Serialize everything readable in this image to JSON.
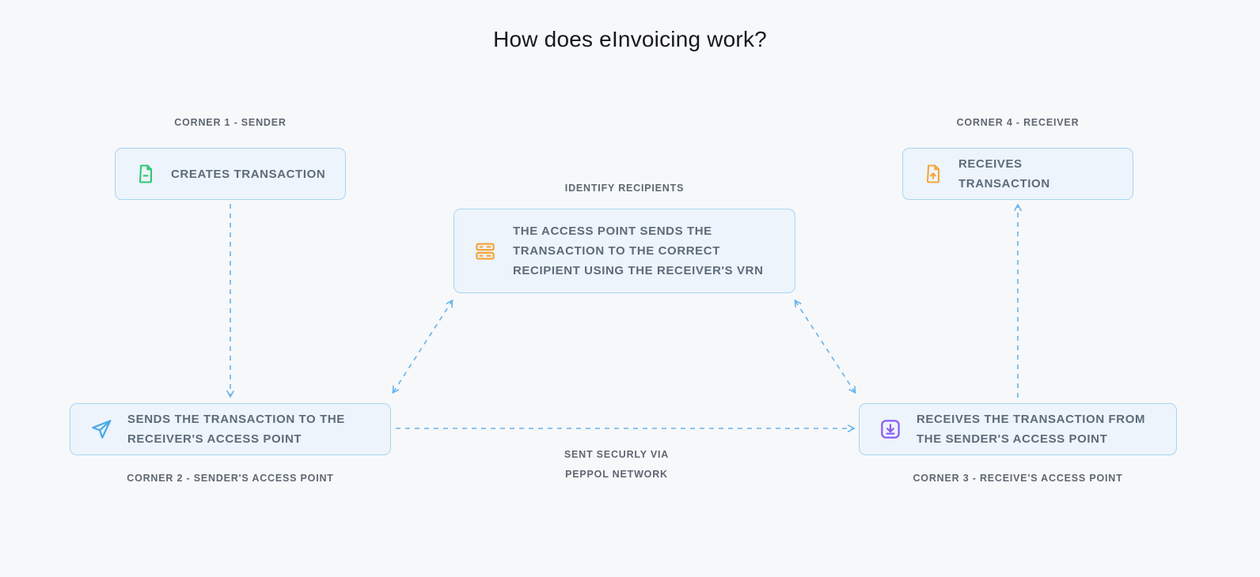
{
  "title": "How does eInvoicing work?",
  "nodes": {
    "corner1": {
      "label": "CORNER 1 - SENDER",
      "text": "CREATES TRANSACTION",
      "icon": "document-icon",
      "icon_color": "#2dc873"
    },
    "corner2": {
      "label": "CORNER 2 - SENDER'S ACCESS POINT",
      "text": "SENDS THE TRANSACTION TO THE RECEIVER'S ACCESS POINT",
      "icon": "paper-plane-icon",
      "icon_color": "#4aa9e8"
    },
    "corner3": {
      "label": "CORNER 3 - RECEIVE'S  ACCESS POINT",
      "text": "RECEIVES THE TRANSACTION FROM THE SENDER'S ACCESS POINT",
      "icon": "download-icon",
      "icon_color": "#8b5cf6"
    },
    "corner4": {
      "label": "CORNER 4 - RECEIVER",
      "text": "RECEIVES TRANSACTION",
      "icon": "document-arrow-up-icon",
      "icon_color": "#f5a63b"
    },
    "center": {
      "label": "IDENTIFY RECIPIENTS",
      "text": "THE ACCESS POINT SENDS THE TRANSACTION TO THE CORRECT RECIPIENT USING THE RECEIVER'S VRN",
      "icon": "server-icon",
      "icon_color": "#f5a63b"
    }
  },
  "annotations": {
    "network_line1": "SENT SECURLY VIA",
    "network_line2": "PEPPOL NETWORK"
  },
  "colors": {
    "background": "#f7f8fa",
    "box_background": "#edf4fb",
    "box_border": "#a9d4f2",
    "arrow": "#66b3ec",
    "box_text": "#5d6b79",
    "label_text": "#5d6772"
  }
}
